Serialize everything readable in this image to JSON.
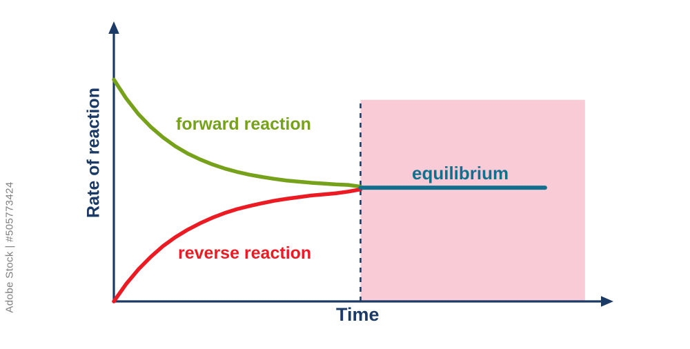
{
  "watermark": {
    "text": "Adobe Stock | #505773424",
    "color": "#7f7f7f"
  },
  "chart_data": {
    "type": "line",
    "title": "",
    "xlabel": "Time",
    "ylabel": "Rate of reaction",
    "axis_color": "#1b3a66",
    "grid": false,
    "legend": "inline-labels",
    "xlim": [
      0,
      1
    ],
    "ylim": [
      0,
      1
    ],
    "series": [
      {
        "name": "forward reaction",
        "color": "#76a21b",
        "width": 5.5,
        "x": [
          0,
          0.025,
          0.05,
          0.075,
          0.1,
          0.125,
          0.15,
          0.175,
          0.2,
          0.225,
          0.25,
          0.275,
          0.3,
          0.325,
          0.35,
          0.375,
          0.4,
          0.425,
          0.45,
          0.475,
          0.5
        ],
        "y": [
          0.8,
          0.732,
          0.675,
          0.629,
          0.591,
          0.559,
          0.533,
          0.512,
          0.494,
          0.479,
          0.467,
          0.457,
          0.449,
          0.442,
          0.436,
          0.432,
          0.428,
          0.425,
          0.422,
          0.42,
          0.414
        ]
      },
      {
        "name": "reverse reaction",
        "color": "#ec1b23",
        "width": 5.5,
        "x": [
          0,
          0.025,
          0.05,
          0.075,
          0.1,
          0.125,
          0.15,
          0.175,
          0.2,
          0.225,
          0.25,
          0.275,
          0.3,
          0.325,
          0.35,
          0.375,
          0.4,
          0.425,
          0.45,
          0.475,
          0.5
        ],
        "y": [
          0.0,
          0.063,
          0.116,
          0.161,
          0.2,
          0.232,
          0.259,
          0.282,
          0.302,
          0.319,
          0.333,
          0.344,
          0.354,
          0.363,
          0.37,
          0.376,
          0.382,
          0.386,
          0.39,
          0.396,
          0.404
        ]
      },
      {
        "name": "equilibrium",
        "color": "#11708e",
        "width": 6,
        "x": [
          0.5,
          0.874
        ],
        "y": [
          0.41,
          0.41
        ]
      }
    ],
    "equilibrium": {
      "time": 0.5,
      "rate_level": 0.41,
      "region_end": 0.955,
      "region_top": 0.727,
      "region_color": "#f8cbd6",
      "dashed_line": true
    },
    "annotations": [
      "forward reaction",
      "reverse reaction",
      "equilibrium"
    ]
  }
}
